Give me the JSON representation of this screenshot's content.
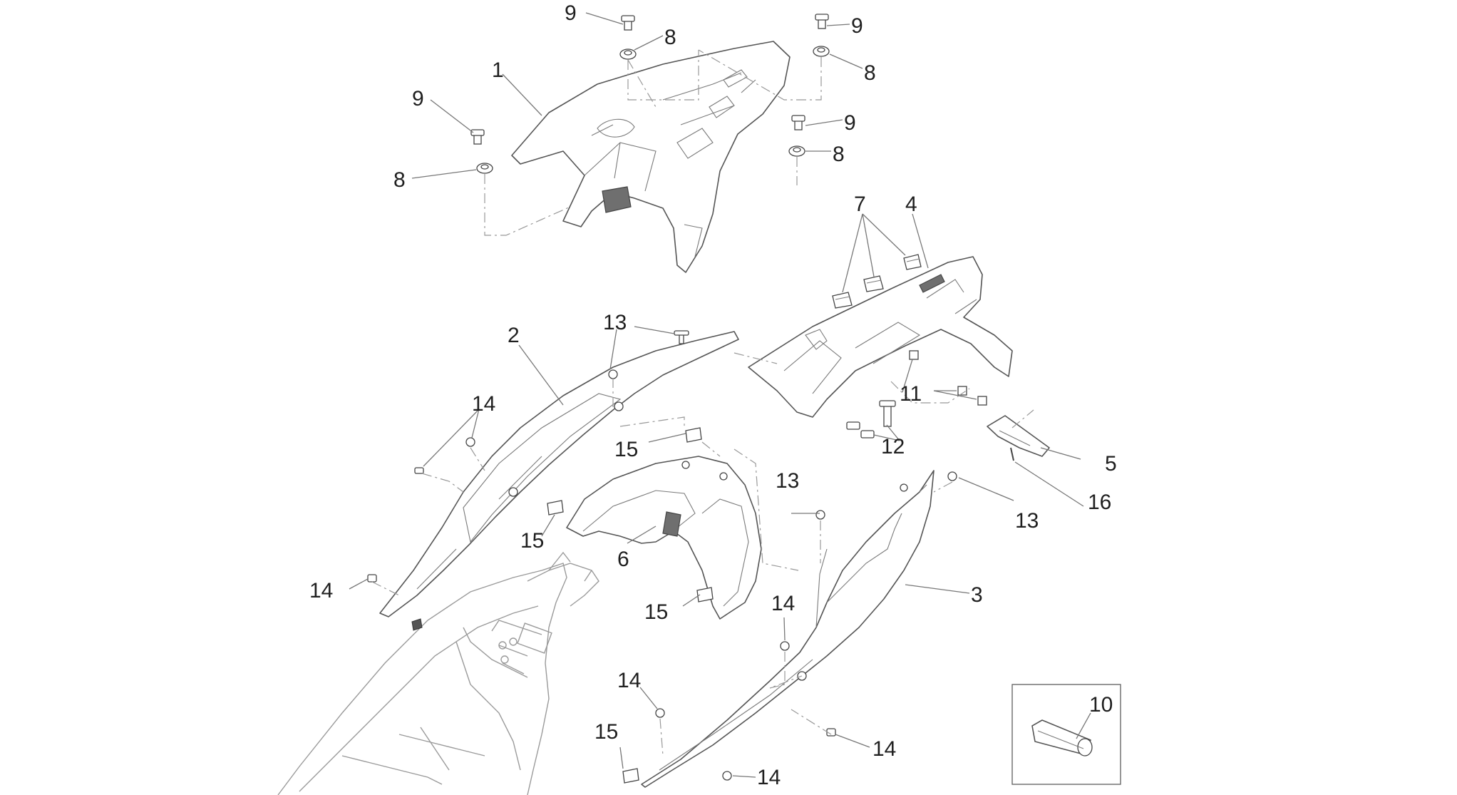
{
  "callouts": {
    "c1": "1",
    "c2": "2",
    "c3": "3",
    "c4": "4",
    "c5": "5",
    "c6": "6",
    "c7": "7",
    "c10": "10",
    "c11": "11",
    "c12": "12",
    "c16": "16",
    "c8a": "8",
    "c8b": "8",
    "c8c": "8",
    "c8d": "8",
    "c9a": "9",
    "c9b": "9",
    "c9c": "9",
    "c9d": "9",
    "c13a": "13",
    "c13b": "13",
    "c13c": "13",
    "c14a": "14",
    "c14b": "14",
    "c14c": "14",
    "c14d": "14",
    "c14e": "14",
    "c14f": "14",
    "c15a": "15",
    "c15b": "15",
    "c15c": "15",
    "c15d": "15"
  },
  "colors": {
    "line": "#555555",
    "leader": "#777777",
    "label": "#1f1f1f",
    "background": "#ffffff"
  }
}
